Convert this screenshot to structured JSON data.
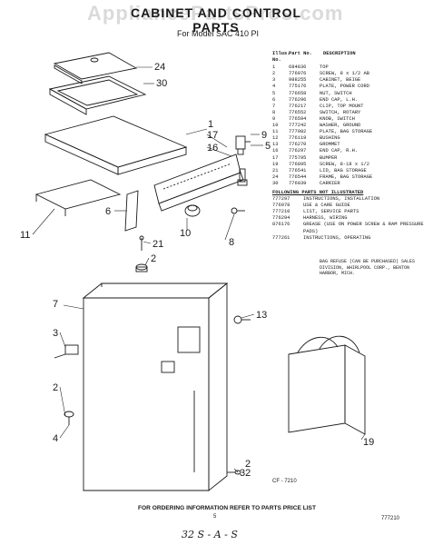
{
  "watermark": "AppliancePartsPros.com",
  "title": "CABINET AND CONTROL PARTS",
  "subtitle": "For Model SAC 410 PI",
  "table_head": {
    "key": "Illus. No.",
    "part": "Part No.",
    "desc": "DESCRIPTION"
  },
  "parts": [
    {
      "key": "1",
      "part": "684836",
      "desc": "TOP"
    },
    {
      "key": "2",
      "part": "776076",
      "desc": "SCREW, 8 x 1/2 AB"
    },
    {
      "key": "3",
      "part": "988255",
      "desc": "CABINET, BEIGE"
    },
    {
      "key": "4",
      "part": "775176",
      "desc": "PLATE, POWER CORD"
    },
    {
      "key": "5",
      "part": "776658",
      "desc": "NUT, SWITCH"
    },
    {
      "key": "6",
      "part": "776296",
      "desc": "END CAP, L.H."
    },
    {
      "key": "7",
      "part": "776217",
      "desc": "CLIP, TOP MOUNT"
    },
    {
      "key": "8",
      "part": "776552",
      "desc": "SWITCH, ROTARY"
    },
    {
      "key": "9",
      "part": "776594",
      "desc": "KNOB, SWITCH"
    },
    {
      "key": "10",
      "part": "777242",
      "desc": "WASHER, GROUND"
    },
    {
      "key": "11",
      "part": "777082",
      "desc": "PLATE, BAG STORAGE"
    },
    {
      "key": "12",
      "part": "776119",
      "desc": "BUSHING"
    },
    {
      "key": "13",
      "part": "776270",
      "desc": "GROMMET"
    },
    {
      "key": "16",
      "part": "776297",
      "desc": "END CAP, R.H."
    },
    {
      "key": "17",
      "part": "775795",
      "desc": "BUMPER"
    },
    {
      "key": "19",
      "part": "776895",
      "desc": "SCREW, 8-18 x 1/2"
    },
    {
      "key": "21",
      "part": "776541",
      "desc": "LID, BAG STORAGE"
    },
    {
      "key": "24",
      "part": "776544",
      "desc": "FRAME, BAG STORAGE"
    },
    {
      "key": "30",
      "part": "776039",
      "desc": "CARRIER"
    }
  ],
  "section_heading": "FOLLOWING PARTS NOT ILLUSTRATED",
  "extra_parts": [
    {
      "part": "777297",
      "desc": "INSTRUCTIONS, INSTALLATION"
    },
    {
      "part": "776978",
      "desc": "USE & CARE GUIDE"
    },
    {
      "part": "777210",
      "desc": "LIST, SERVICE PARTS"
    },
    {
      "part": "776294",
      "desc": "HARNESS, WIRING"
    },
    {
      "part": "876176",
      "desc": "GREASE (USE ON POWER SCREW & RAM PRESSURE PADS)"
    },
    {
      "part": "777261",
      "desc": "INSTRUCTIONS, OPERATING"
    }
  ],
  "note": "BAG REFUSE (CAN BE PURCHASED) SALES DIVISION, WHIRLPOOL CORP., BENTON HARBOR, MICH.",
  "callouts": [
    "24",
    "30",
    "1",
    "17",
    "16",
    "9",
    "5",
    "6",
    "11",
    "10",
    "8",
    "21",
    "2",
    "7",
    "3",
    "2",
    "4",
    "13",
    "19",
    "32",
    "2"
  ],
  "cp_no": "CF - 7210",
  "footer": "FOR ORDERING INFORMATION REFER TO PARTS PRICE LIST",
  "page_no": "5",
  "doc_no": "777210",
  "handwritten": "32 S - A - S"
}
